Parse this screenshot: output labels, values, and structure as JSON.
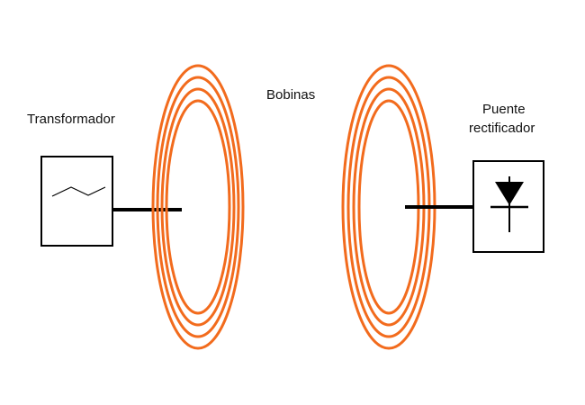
{
  "labels": {
    "transformer": "Transformador",
    "coils": "Bobinas",
    "rectifier_line1": "Puente",
    "rectifier_line2": "rectificador"
  },
  "colors": {
    "coil": "#F26B1D",
    "outline": "#000000",
    "background": "#FFFFFF"
  },
  "icons": {
    "transformer_symbol": "waveform-icon",
    "rectifier_symbol": "diode-icon"
  },
  "coils": {
    "turns_per_coil": 4
  }
}
